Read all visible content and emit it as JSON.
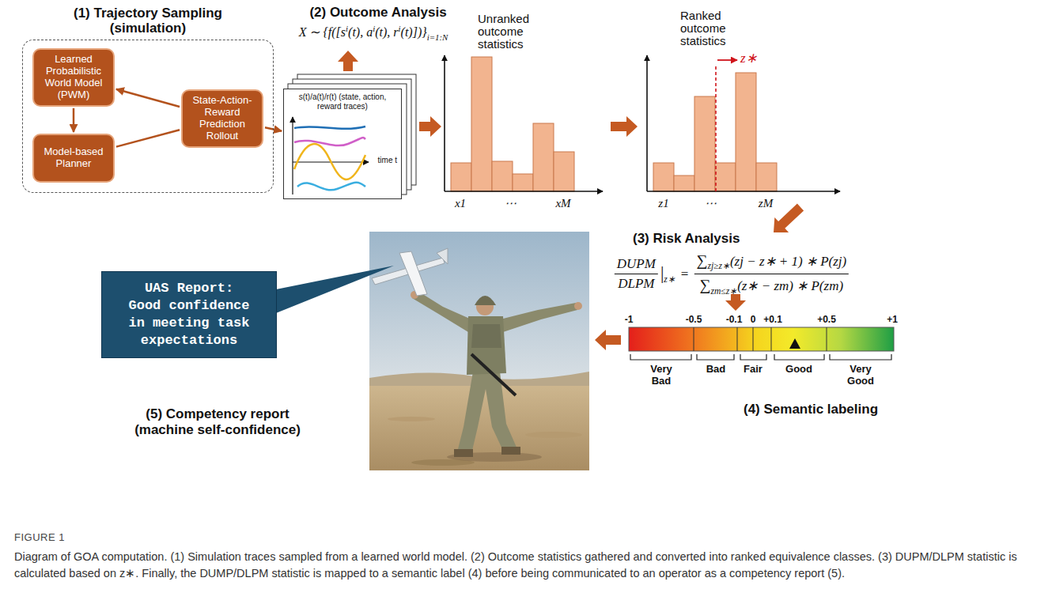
{
  "diagram": {
    "caption": "Diagram of GOA computation. (1) Simulation traces sampled from a learned world model. (2) Outcome statistics gathered and converted into ranked equivalence classes. (3) DUPM/DLPM statistic is calculated based on z∗. Finally, the DUMP/DLPM statistic is mapped to a semantic label (4) before being communicated to an operator as a competency report (5).",
    "nodes": [
      {
        "text": [
          "(1) Trajectory Sampling (simulation)"
        ]
      },
      {
        "text": [
          "Learned Probabilistic World Model (PWM)"
        ],
        "in": 0
      },
      {
        "text": [
          "Model-based Planner"
        ],
        "in": 0
      },
      {
        "text": [
          "State-Action-Reward Prediction Rollout"
        ],
        "in": 0
      },
      {
        "text": [
          "s(t)/a(t)/r(t) (state, action, reward traces)",
          "time t"
        ]
      },
      {
        "text": [
          "UAS Report: Good confidence in meeting task expectations"
        ]
      }
    ],
    "edges": [
      {
        "from": 1,
        "to": 2,
        "arrow": "to"
      },
      {
        "from": 3,
        "to": 1,
        "arrow": "to"
      },
      {
        "from": 2,
        "to": 3,
        "arrow": "none"
      },
      {
        "from": 3,
        "to": 4,
        "arrow": "to"
      }
    ],
    "labels": [
      "(2) Outcome Analysis",
      "X ∼ {f([s",
      "i",
      "(t), a",
      "i",
      "(t), r",
      "i",
      "(t)])}",
      "i=1:N",
      "Unranked outcome statistics",
      "x1",
      "⋯",
      "xM",
      "Ranked outcome statistics",
      "z∗",
      "z1",
      "⋯",
      "zM",
      "(3) Risk Analysis",
      "DUPM",
      "DLPM",
      "|",
      "z∗",
      "=",
      "∑",
      "zj≥z∗",
      "(zj − z∗ + 1) ∗ P(zj)",
      "∑",
      "zm≤z∗",
      "(z∗ − zm) ∗ P(zm)",
      "-1",
      "-0.5",
      "-0.1",
      "0",
      "+0.1",
      "+0.5",
      "+1",
      "Very Bad",
      "Bad",
      "Fair",
      "Good",
      "Very Good",
      "(4) Semantic labeling",
      "(5) Competency report (machine self-confidence)",
      "FIGURE 1"
    ]
  }
}
